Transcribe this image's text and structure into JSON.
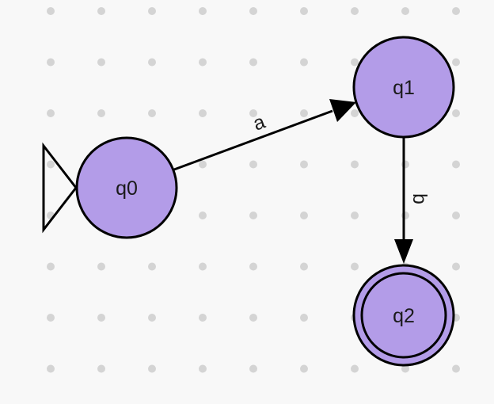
{
  "states": [
    {
      "id": "q0",
      "label": "q0",
      "initial": true,
      "accepting": false
    },
    {
      "id": "q1",
      "label": "q1",
      "initial": false,
      "accepting": false
    },
    {
      "id": "q2",
      "label": "q2",
      "initial": false,
      "accepting": true
    }
  ],
  "transitions": [
    {
      "from": "q0",
      "to": "q1",
      "label": "a"
    },
    {
      "from": "q1",
      "to": "q2",
      "label": "b"
    }
  ],
  "colors": {
    "state_fill": "#b39ce8",
    "stroke": "#000000",
    "background": "#f8f8f8",
    "grid_dot": "#d4d4d4"
  }
}
